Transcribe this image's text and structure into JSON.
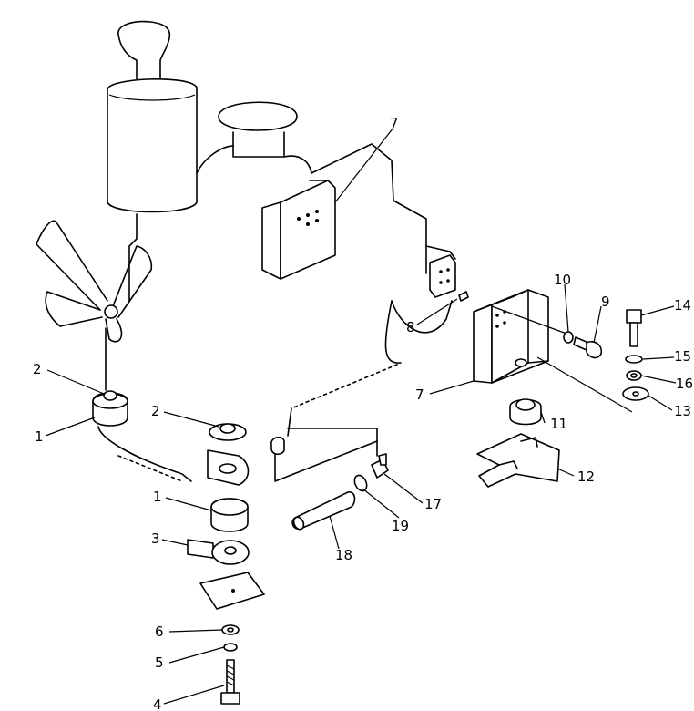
{
  "callouts": [
    {
      "id": "c1a",
      "text": "1"
    },
    {
      "id": "c1b",
      "text": "1"
    },
    {
      "id": "c2a",
      "text": "2"
    },
    {
      "id": "c2b",
      "text": "2"
    },
    {
      "id": "c3",
      "text": "3"
    },
    {
      "id": "c4",
      "text": "4"
    },
    {
      "id": "c5",
      "text": "5"
    },
    {
      "id": "c6",
      "text": "6"
    },
    {
      "id": "c7a",
      "text": "7"
    },
    {
      "id": "c7b",
      "text": "7"
    },
    {
      "id": "c8",
      "text": "8"
    },
    {
      "id": "c9",
      "text": "9"
    },
    {
      "id": "c10",
      "text": "10"
    },
    {
      "id": "c11",
      "text": "11"
    },
    {
      "id": "c12",
      "text": "12"
    },
    {
      "id": "c13",
      "text": "13"
    },
    {
      "id": "c14",
      "text": "14"
    },
    {
      "id": "c15",
      "text": "15"
    },
    {
      "id": "c16",
      "text": "16"
    },
    {
      "id": "c17",
      "text": "17"
    },
    {
      "id": "c18",
      "text": "18"
    },
    {
      "id": "c19",
      "text": "19"
    }
  ]
}
